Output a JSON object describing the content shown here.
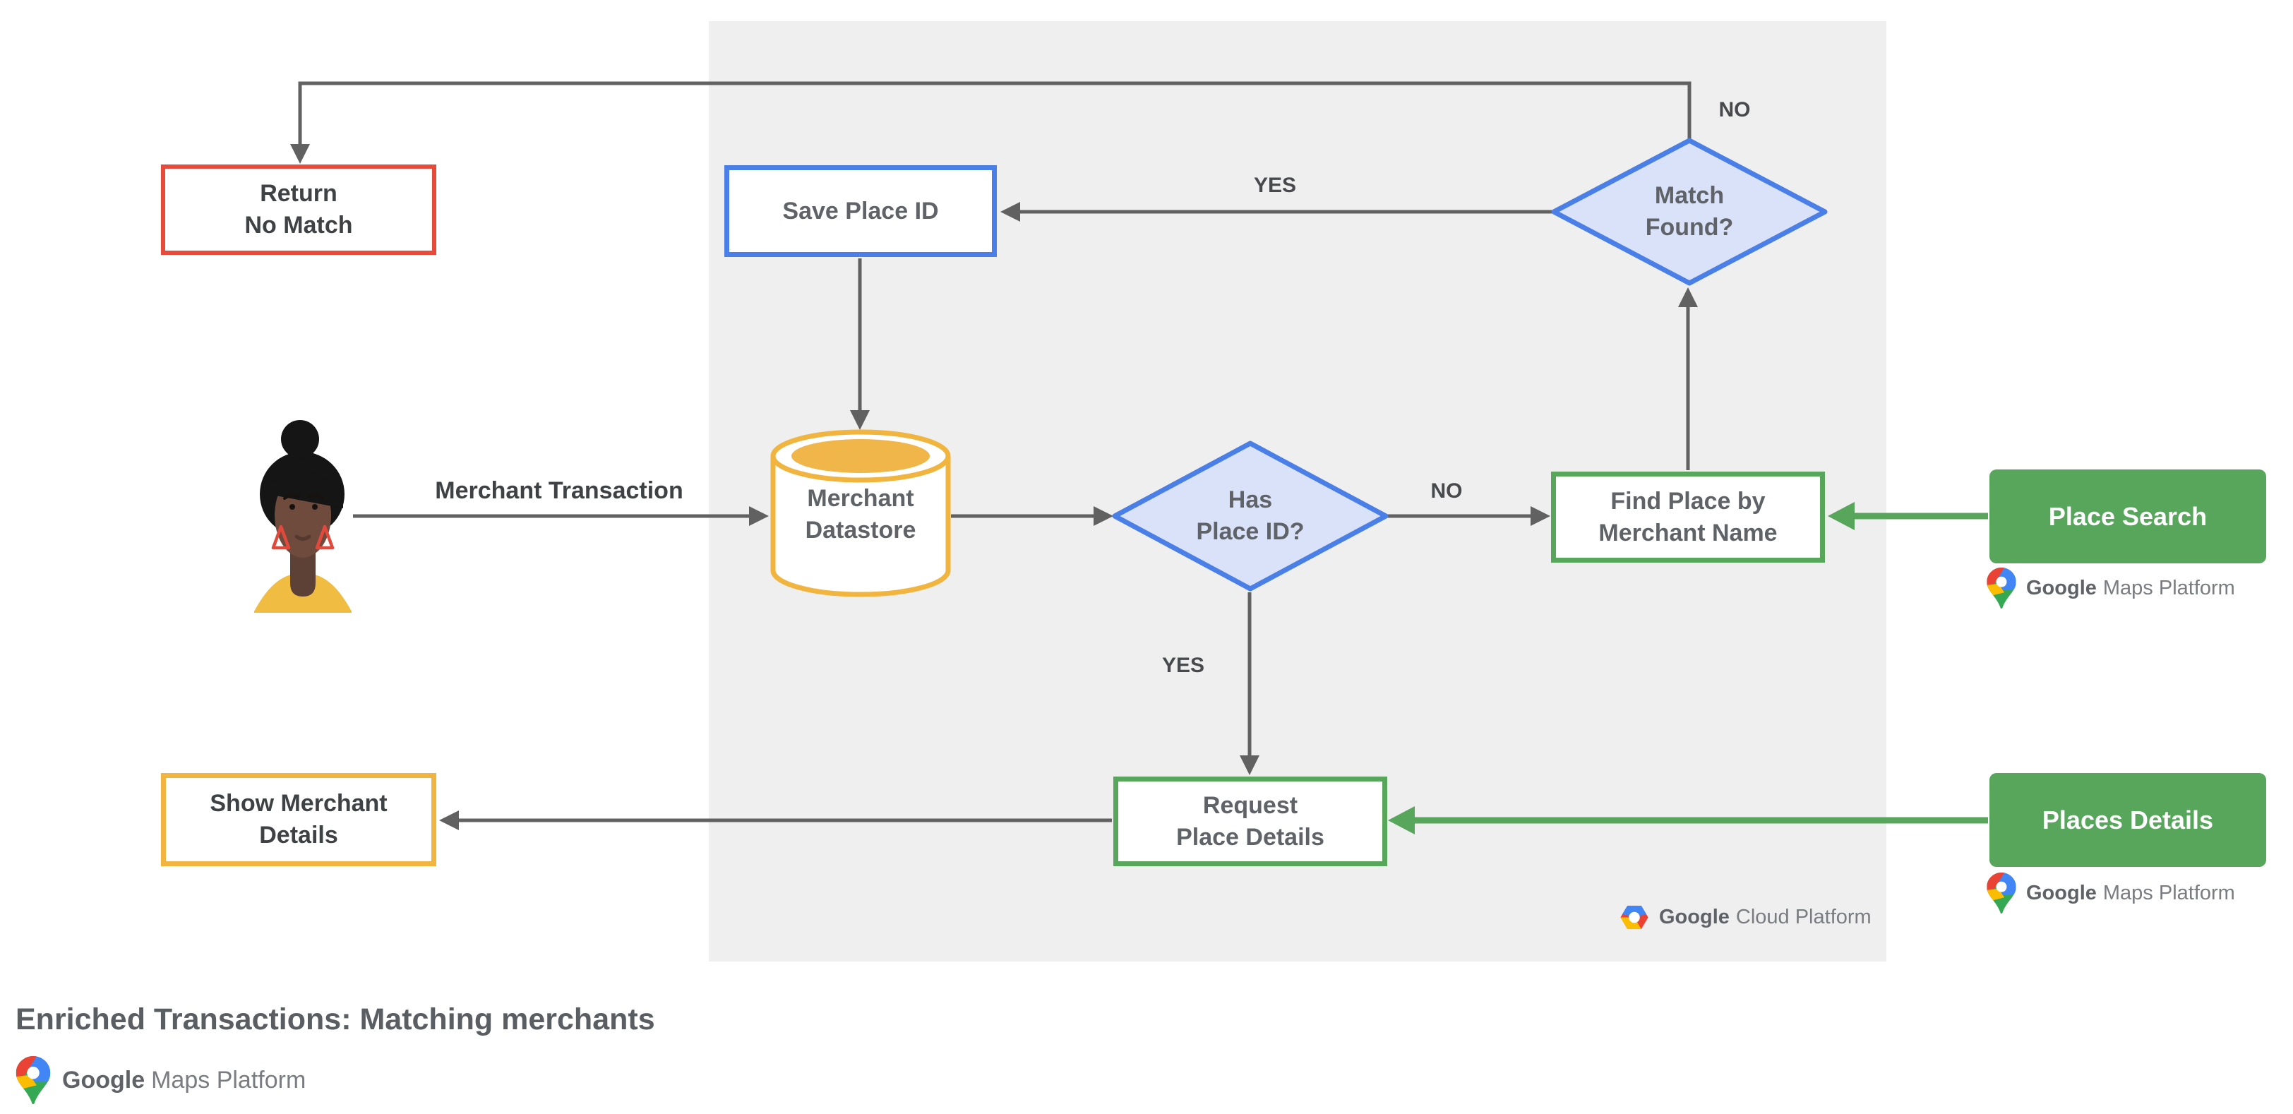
{
  "title": "Enriched Transactions: Matching merchants",
  "colors": {
    "panel_bg": "#EFEFEF",
    "connector_gray": "#616161",
    "red_accent": "#E64A3B",
    "blue_accent": "#4A7FE8",
    "diamond_fill": "#D9E2F8",
    "yellow_accent": "#F1B53F",
    "green_accent": "#58A55C",
    "text_dark": "#3F4245",
    "text_gray": "#5F6368",
    "google_blue": "#4285F4",
    "google_red": "#EA4335",
    "google_yellow": "#FBBC04",
    "google_green": "#34A853"
  },
  "nodes": {
    "return_no_match": {
      "label": "Return\nNo Match"
    },
    "save_place_id": {
      "label": "Save Place ID"
    },
    "match_found": {
      "label": "Match\nFound?"
    },
    "merchant_datastore": {
      "label": "Merchant\nDatastore"
    },
    "has_place_id": {
      "label": "Has\nPlace ID?"
    },
    "find_place_by_merchant_name": {
      "label": "Find Place by\nMerchant Name"
    },
    "place_search": {
      "label": "Place Search"
    },
    "request_place_details": {
      "label": "Request\nPlace Details"
    },
    "show_merchant_details": {
      "label": "Show Merchant\nDetails"
    },
    "places_details": {
      "label": "Places Details"
    }
  },
  "edge_labels": {
    "match_found_no": "NO",
    "match_found_yes": "YES",
    "merchant_transaction": "Merchant Transaction",
    "has_place_id_no": "NO",
    "has_place_id_yes": "YES"
  },
  "logos": {
    "google_cloud_platform": {
      "google": "Google",
      "rest": "Cloud Platform"
    },
    "gmp_place_search": {
      "google": "Google",
      "rest": "Maps Platform"
    },
    "gmp_places_details": {
      "google": "Google",
      "rest": "Maps Platform"
    },
    "gmp_footer": {
      "google": "Google",
      "rest": "Maps Platform"
    }
  }
}
